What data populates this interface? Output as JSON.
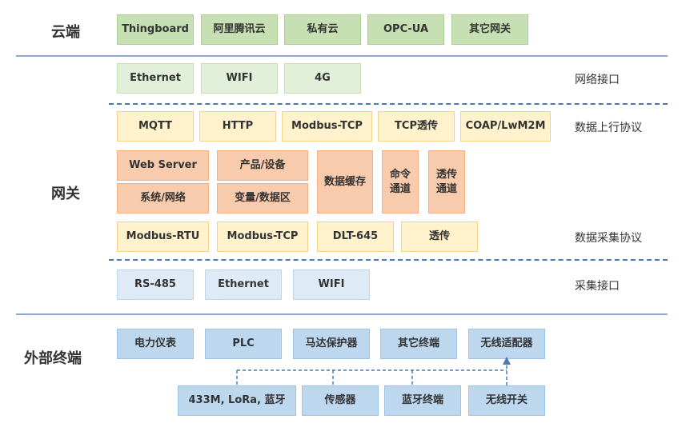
{
  "sections": {
    "cloud": "云端",
    "gateway": "网关",
    "terminal": "外部终端"
  },
  "cloud": [
    "Thingboard",
    "阿里腾讯云",
    "私有云",
    "OPC-UA",
    "其它网关"
  ],
  "network": {
    "items": [
      "Ethernet",
      "WIFI",
      "4G"
    ],
    "label": "网络接口"
  },
  "uplink": {
    "items": [
      "MQTT",
      "HTTP",
      "Modbus-TCP",
      "TCP透传",
      "COAP/LwM2M"
    ],
    "label": "数据上行协议"
  },
  "core": {
    "web_server": "Web Server",
    "product_device": "产品/设备",
    "system_network": "系统/网络",
    "variable_data": "变量/数据区",
    "data_cache": "数据缓存",
    "command_channel": "命令\n通道",
    "transparent_channel": "透传\n通道"
  },
  "collect_protocol": {
    "items": [
      "Modbus-RTU",
      "Modbus-TCP",
      "DLT-645",
      "透传"
    ],
    "label": "数据采集协议"
  },
  "collect_interface": {
    "items": [
      "RS-485",
      "Ethernet",
      "WIFI"
    ],
    "label": "采集接口"
  },
  "terminals_top": [
    "电力仪表",
    "PLC",
    "马达保护器",
    "其它终端",
    "无线适配器"
  ],
  "terminals_bottom": [
    "433M, LoRa, 蓝牙",
    "传感器",
    "蓝牙终端",
    "无线开关"
  ],
  "colors": {
    "cloud": "#c6e0b4",
    "network": "#e2efd9",
    "protocol": "#fff2cc",
    "core": "#f8cbad",
    "collect_interface": "#deebf7",
    "terminal": "#bdd7ee",
    "line": "#4a78b5"
  }
}
